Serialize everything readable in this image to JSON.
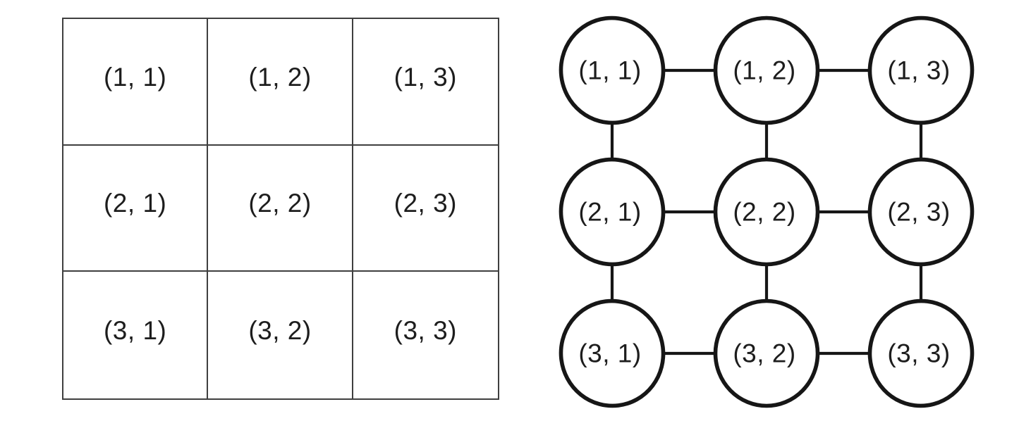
{
  "figure": {
    "description": "3x3 coordinate table and corresponding 3x3 grid graph",
    "colors": {
      "background": "#ffffff",
      "table_line": "#3f3f3f",
      "ink": "#161616",
      "text": "#1d1d1d"
    },
    "table": {
      "rows": [
        [
          "(1, 1)",
          "(1, 2)",
          "(1, 3)"
        ],
        [
          "(2, 1)",
          "(2, 2)",
          "(2, 3)"
        ],
        [
          "(3, 1)",
          "(3, 2)",
          "(3, 3)"
        ]
      ]
    },
    "graph": {
      "type": "grid-graph",
      "nodes": [
        {
          "id": "1,1",
          "label": "(1, 1)",
          "row": 1,
          "col": 1
        },
        {
          "id": "1,2",
          "label": "(1, 2)",
          "row": 1,
          "col": 2
        },
        {
          "id": "1,3",
          "label": "(1, 3)",
          "row": 1,
          "col": 3
        },
        {
          "id": "2,1",
          "label": "(2, 1)",
          "row": 2,
          "col": 1
        },
        {
          "id": "2,2",
          "label": "(2, 2)",
          "row": 2,
          "col": 2
        },
        {
          "id": "2,3",
          "label": "(2, 3)",
          "row": 2,
          "col": 3
        },
        {
          "id": "3,1",
          "label": "(3, 1)",
          "row": 3,
          "col": 1
        },
        {
          "id": "3,2",
          "label": "(3, 2)",
          "row": 3,
          "col": 2
        },
        {
          "id": "3,3",
          "label": "(3, 3)",
          "row": 3,
          "col": 3
        }
      ],
      "edges": [
        {
          "from": "1,1",
          "to": "1,2"
        },
        {
          "from": "1,2",
          "to": "1,3"
        },
        {
          "from": "2,1",
          "to": "2,2"
        },
        {
          "from": "2,2",
          "to": "2,3"
        },
        {
          "from": "3,1",
          "to": "3,2"
        },
        {
          "from": "3,2",
          "to": "3,3"
        },
        {
          "from": "1,1",
          "to": "2,1"
        },
        {
          "from": "2,1",
          "to": "3,1"
        },
        {
          "from": "1,2",
          "to": "2,2"
        },
        {
          "from": "2,2",
          "to": "3,2"
        },
        {
          "from": "1,3",
          "to": "2,3"
        },
        {
          "from": "2,3",
          "to": "3,3"
        }
      ]
    }
  }
}
